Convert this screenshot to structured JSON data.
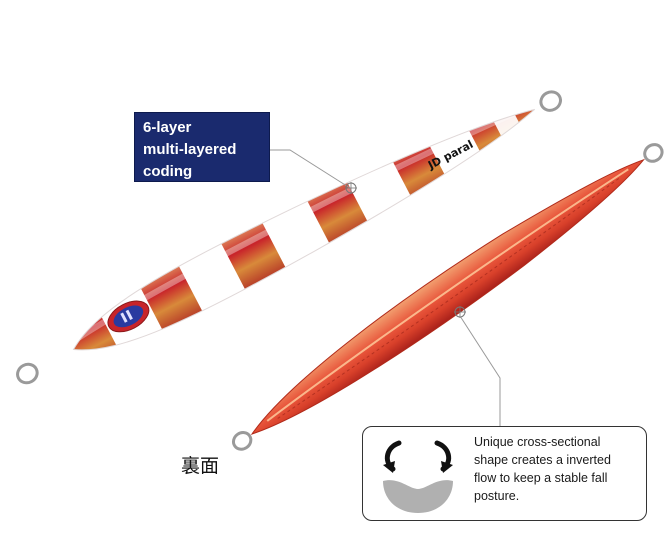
{
  "callout_top": {
    "lines": [
      "6-layer",
      "multi-layered",
      "coding"
    ]
  },
  "lure_text": "JD paral",
  "back_label": "裏面",
  "callout_bottom": {
    "lines": [
      "Unique cross-sectional",
      "shape creates a inverted",
      "flow to keep a stable fall",
      "posture."
    ]
  },
  "colors": {
    "callout_bg": "#1a2a6e",
    "lure_red": "#c8242a",
    "lure_gold": "#d89a3a",
    "lure_glow": "#ffffff",
    "lure_back_orange": "#e8543a"
  }
}
